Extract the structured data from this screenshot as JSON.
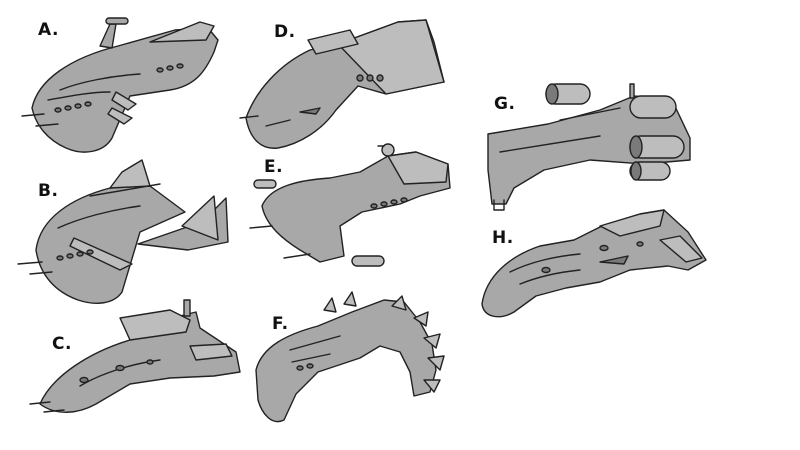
{
  "sheet": {
    "labels": [
      "A.",
      "B.",
      "C.",
      "D.",
      "E.",
      "F.",
      "G.",
      "H."
    ]
  },
  "colors": {
    "background": "#ffffff",
    "hull": "#a8a8a8",
    "hull_light": "#bdbdbd",
    "hull_dark": "#7a7a7a",
    "line": "#222222"
  }
}
